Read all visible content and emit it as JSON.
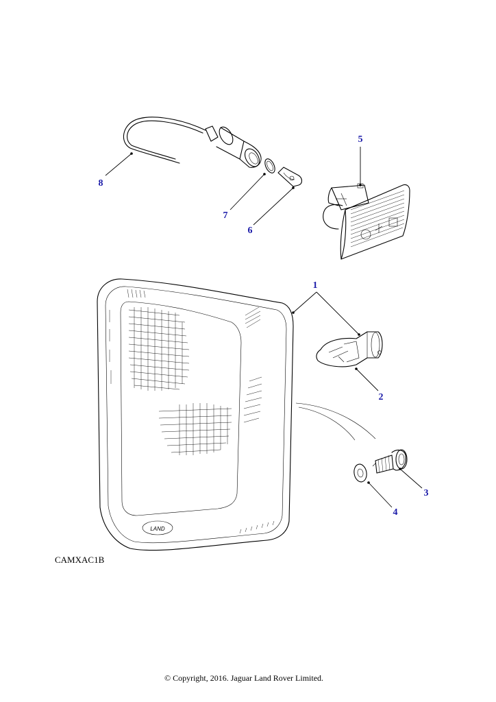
{
  "diagram": {
    "callout_color": "#1a1aa8",
    "callouts": [
      {
        "id": "1",
        "label": "1"
      },
      {
        "id": "2",
        "label": "2"
      },
      {
        "id": "3",
        "label": "3"
      },
      {
        "id": "4",
        "label": "4"
      },
      {
        "id": "5",
        "label": "5"
      },
      {
        "id": "6",
        "label": "6"
      },
      {
        "id": "7",
        "label": "7"
      },
      {
        "id": "8",
        "label": "8"
      }
    ],
    "lens_logo_text": "LAND",
    "drawing_code": "CAMXAC1B"
  },
  "footer": {
    "copyright": "© Copyright, 2016. Jaguar Land Rover Limited."
  }
}
